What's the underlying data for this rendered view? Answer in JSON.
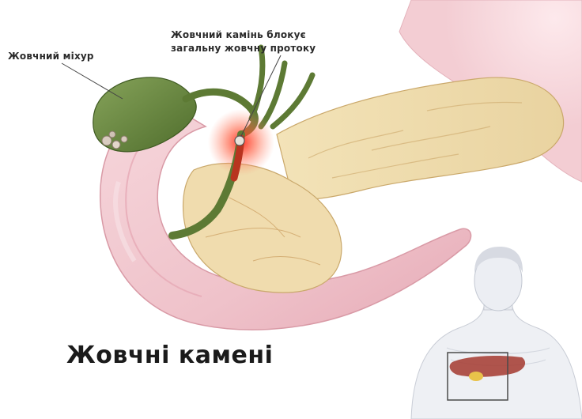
{
  "labels": {
    "gallbladder": "Жовчний міхур",
    "stone_line1": "Жовчний камінь блокує",
    "stone_line2": "загальну жовчну протоку"
  },
  "title": "Жовчні камені",
  "colors": {
    "stomach": "#f2c9cf",
    "stomach_edge": "#d99aa6",
    "pancreas": "#eed9a8",
    "pancreas_edge": "#caa86a",
    "gallbladder": "#6f8f48",
    "duct": "#5d7a34",
    "stone_glow": "#ff3a2a",
    "background": "#ffffff"
  }
}
